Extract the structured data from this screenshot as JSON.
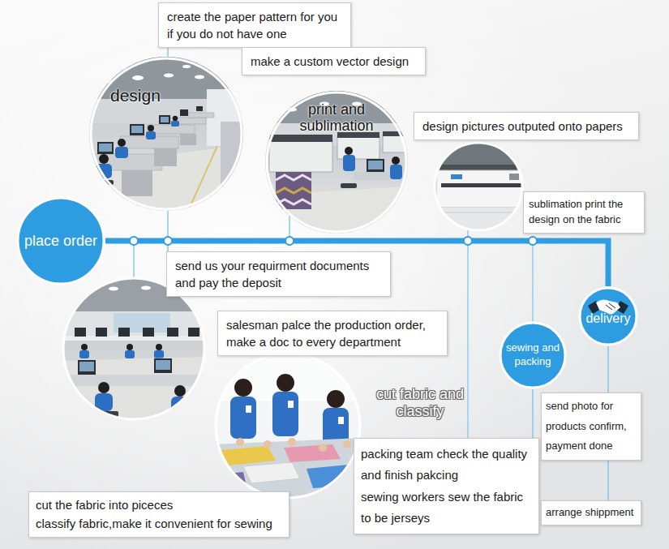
{
  "diagram": {
    "nodes": [
      {
        "text": [
          "create the paper pattern for you if you do not have one"
        ]
      },
      {
        "text": [
          "make a custom vector design"
        ]
      },
      {
        "text": [
          "design"
        ]
      },
      {
        "text": [
          "print and sublimation"
        ]
      },
      {
        "text": [
          "design pictures outputed onto papers"
        ]
      },
      {
        "text": [
          "sublimation print the design on the fabric"
        ]
      },
      {
        "text": [
          "place order"
        ]
      },
      {
        "text": [
          "send us your requirment documents and pay the deposit"
        ]
      },
      {
        "text": [
          "salesman palce the production order, make a doc to every department"
        ]
      },
      {
        "text": [
          "delivery"
        ]
      },
      {
        "text": [
          "sewing and packing"
        ]
      },
      {
        "text": [
          "send photo for products confirm, payment done"
        ]
      },
      {
        "text": [
          "packing team check the quality and finish pakcing",
          "sewing workers sew the fabric to be jerseys"
        ]
      },
      {
        "text": [
          "cut the fabric into piceces",
          "classify fabric,make it convenient for sewing"
        ]
      },
      {
        "text": [
          "arrange shippment"
        ]
      }
    ],
    "edges": [
      {
        "from": 6,
        "to": 9,
        "arrow": "none"
      },
      {
        "from": 9,
        "to": 11,
        "arrow": "none"
      },
      {
        "from": 11,
        "to": 14,
        "arrow": "none"
      },
      {
        "from": 10,
        "to": 12,
        "arrow": "none"
      }
    ],
    "labels": [
      "cut fabric and classify"
    ]
  }
}
